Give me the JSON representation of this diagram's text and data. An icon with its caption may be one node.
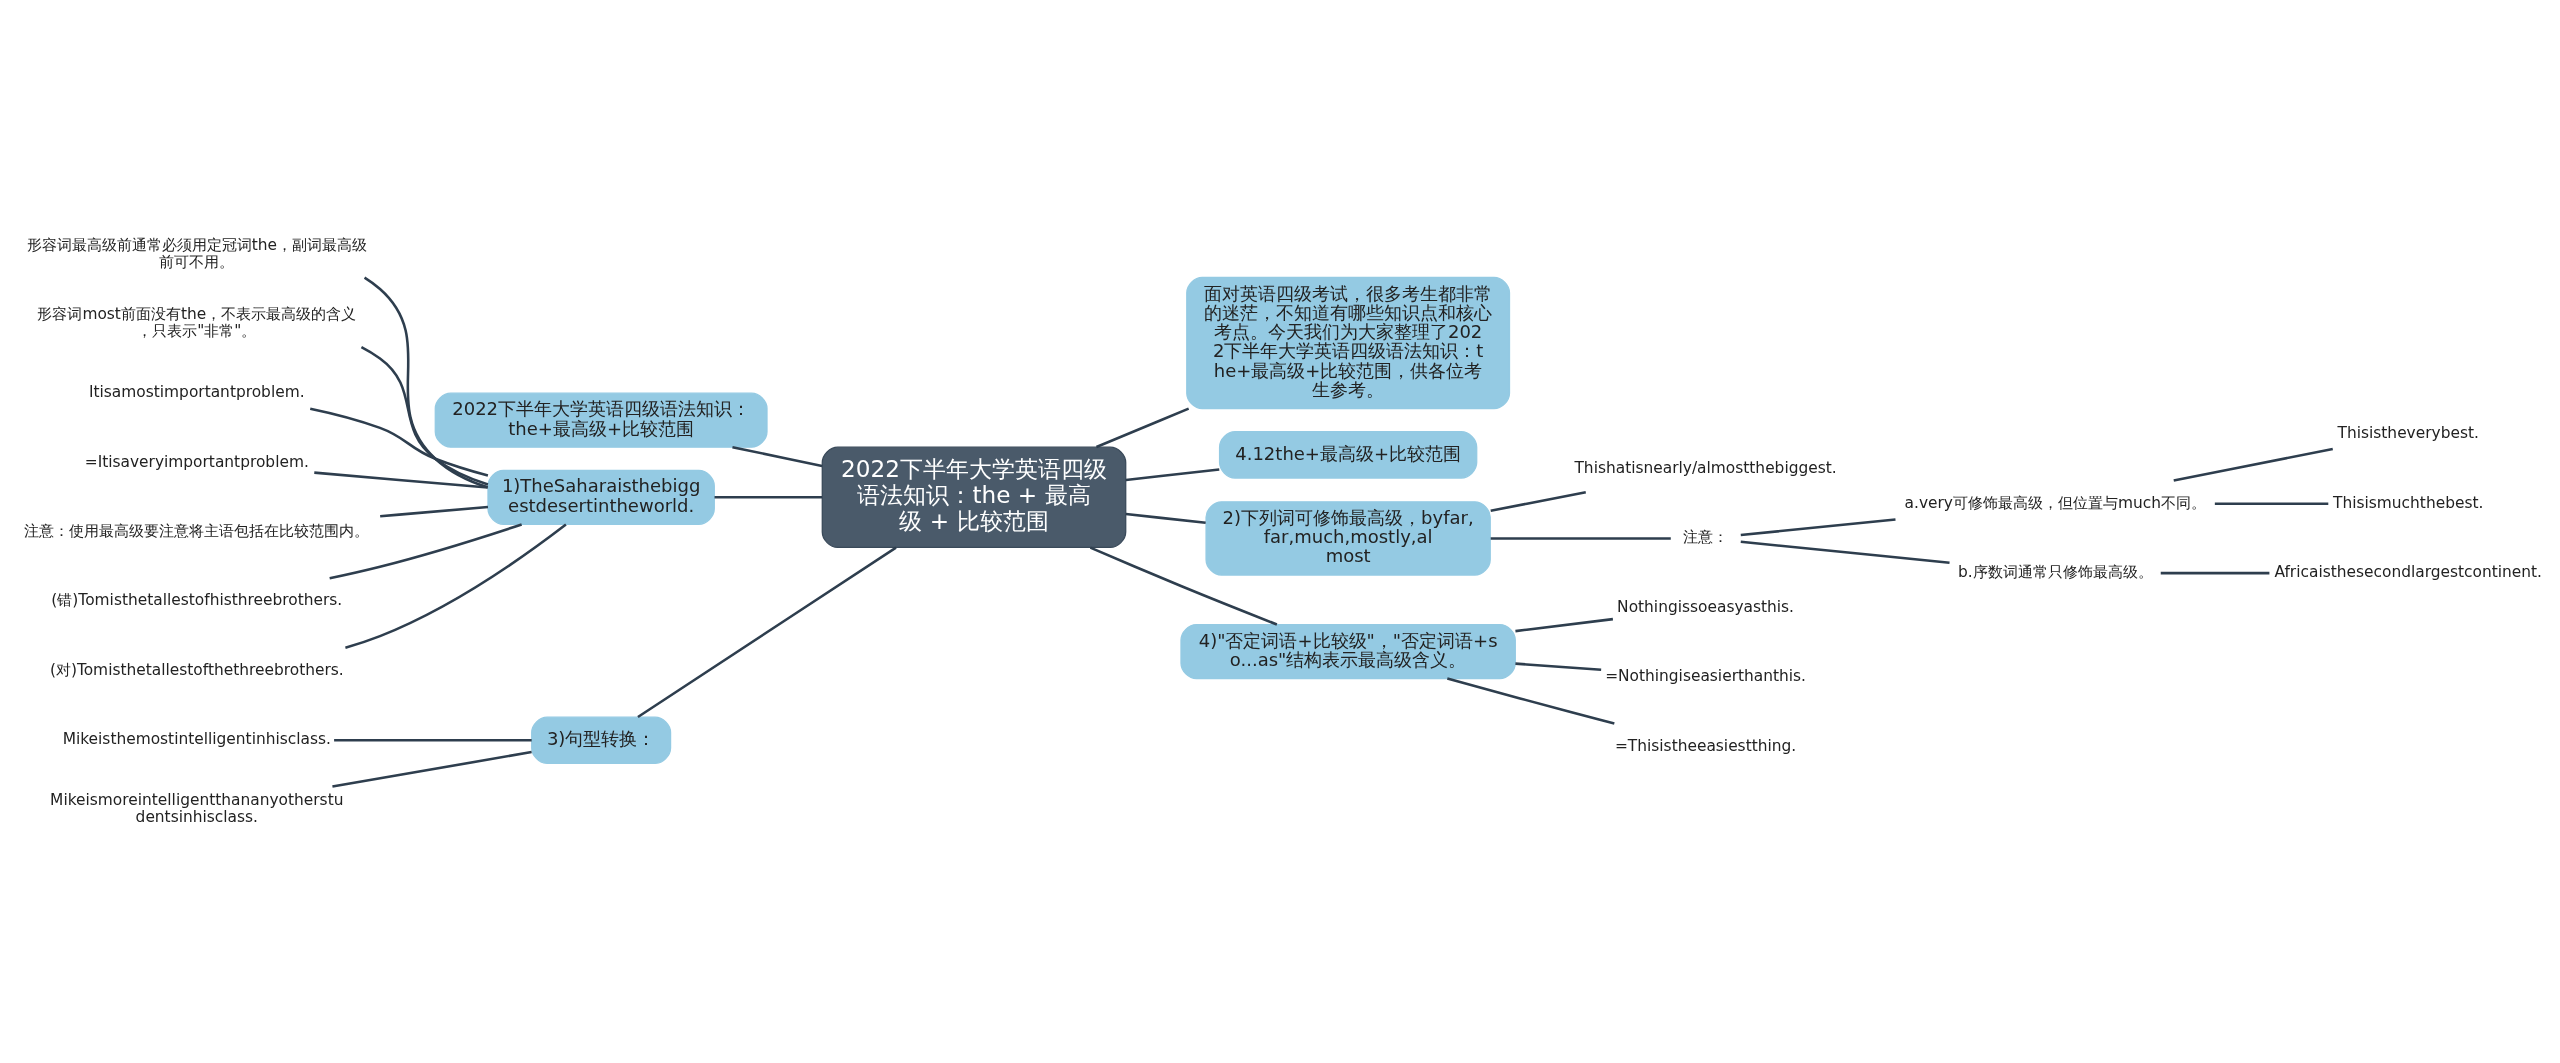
{
  "diagram": {
    "nodes": [
      {
        "text": [
          "2022下半年大学英语四级语法知识：the + 最高级 + 比较范围"
        ]
      },
      {
        "text": [
          "2022下半年大学英语四级语法知识：the+最高级+比较范围"
        ]
      },
      {
        "text": [
          "1)TheSaharaisthebiggestdesertintheworld."
        ]
      },
      {
        "text": [
          "形容词最高级前通常必须用定冠词the，副词最高级前可不用。"
        ]
      },
      {
        "text": [
          "形容词most前面没有the，不表示最高级的含义，只表示\"非常\"。"
        ]
      },
      {
        "text": [
          "Itisamostimportantproblem."
        ]
      },
      {
        "text": [
          "=Itisaveryimportantproblem."
        ]
      },
      {
        "text": [
          "注意：使用最高级要注意将主语包括在比较范围内。"
        ]
      },
      {
        "text": [
          "(错)Tomisthetallestofhisthreebrothers."
        ]
      },
      {
        "text": [
          "(对)Tomisthetallestofthethreebrothers."
        ]
      },
      {
        "text": [
          "3)句型转换："
        ]
      },
      {
        "text": [
          "Mikeisthemostintelligentinhisclass."
        ]
      },
      {
        "text": [
          "Mikeismoreintelligentthananyotherstudentsinhisclass."
        ]
      },
      {
        "text": [
          "面对英语四级考试，很多考生都非常的迷茫，不知道有哪些知识点和核心考点。今天我们为大家整理了2022下半年大学英语四级语法知识：the+最高级+比较范围，供各位考生参考。"
        ]
      },
      {
        "text": [
          "4.12the+最高级+比较范围"
        ]
      },
      {
        "text": [
          "2)下列词可修饰最高级，byfar,far,much,mostly,almost"
        ]
      },
      {
        "text": [
          "Thishatisnearly/almostthebiggest."
        ]
      },
      {
        "text": [
          "注意："
        ]
      },
      {
        "text": [
          "a.very可修饰最高级，但位置与much不同。"
        ]
      },
      {
        "text": [
          "Thisistheverybest."
        ]
      },
      {
        "text": [
          "Thisismuchthebest."
        ]
      },
      {
        "text": [
          "b.序数词通常只修饰最高级。"
        ]
      },
      {
        "text": [
          "Africaisthesecondlargestcontinent."
        ]
      },
      {
        "text": [
          "4)\"否定词语+比较级\"，\"否定词语+so...as\"结构表示最高级含义。"
        ]
      },
      {
        "text": [
          "Nothingissoeasyasthis."
        ]
      },
      {
        "text": [
          "=Nothingiseasierthanthis."
        ]
      },
      {
        "text": [
          "=Thisistheeasiestthing."
        ]
      }
    ],
    "edges": [
      {
        "from": 0,
        "to": 1,
        "arrow": "none"
      },
      {
        "from": 0,
        "to": 2,
        "arrow": "none"
      },
      {
        "from": 2,
        "to": 3,
        "arrow": "none"
      },
      {
        "from": 2,
        "to": 4,
        "arrow": "none"
      },
      {
        "from": 2,
        "to": 5,
        "arrow": "none"
      },
      {
        "from": 2,
        "to": 6,
        "arrow": "none"
      },
      {
        "from": 2,
        "to": 7,
        "arrow": "none"
      },
      {
        "from": 2,
        "to": 8,
        "arrow": "none"
      },
      {
        "from": 2,
        "to": 9,
        "arrow": "none"
      },
      {
        "from": 0,
        "to": 10,
        "arrow": "none"
      },
      {
        "from": 10,
        "to": 11,
        "arrow": "none"
      },
      {
        "from": 10,
        "to": 12,
        "arrow": "none"
      },
      {
        "from": 0,
        "to": 13,
        "arrow": "none"
      },
      {
        "from": 0,
        "to": 14,
        "arrow": "none"
      },
      {
        "from": 0,
        "to": 15,
        "arrow": "none"
      },
      {
        "from": 15,
        "to": 16,
        "arrow": "none"
      },
      {
        "from": 15,
        "to": 17,
        "arrow": "none"
      },
      {
        "from": 17,
        "to": 18,
        "arrow": "none"
      },
      {
        "from": 18,
        "to": 19,
        "arrow": "none"
      },
      {
        "from": 18,
        "to": 20,
        "arrow": "none"
      },
      {
        "from": 17,
        "to": 21,
        "arrow": "none"
      },
      {
        "from": 21,
        "to": 22,
        "arrow": "none"
      },
      {
        "from": 0,
        "to": 23,
        "arrow": "none"
      },
      {
        "from": 23,
        "to": 24,
        "arrow": "none"
      },
      {
        "from": 23,
        "to": 25,
        "arrow": "none"
      },
      {
        "from": 23,
        "to": 26,
        "arrow": "none"
      }
    ]
  }
}
